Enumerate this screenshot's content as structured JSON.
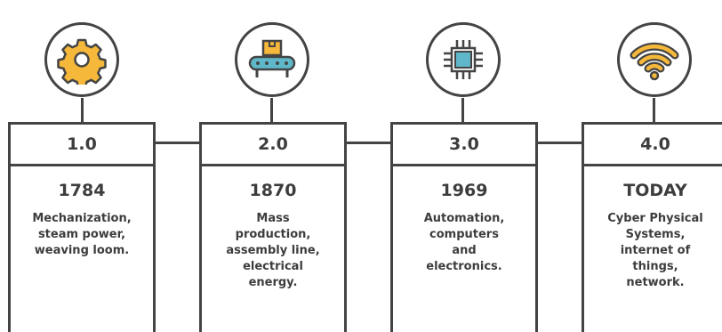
{
  "stages": [
    {
      "icon": "gear-icon",
      "version": "1.0",
      "year": "1784",
      "description": [
        "Mechanization,",
        "steam power,",
        "weaving loom."
      ]
    },
    {
      "icon": "conveyor-belt-icon",
      "version": "2.0",
      "year": "1870",
      "description": [
        "Mass",
        "production,",
        "assembly line,",
        "electrical",
        "energy."
      ]
    },
    {
      "icon": "microchip-icon",
      "version": "3.0",
      "year": "1969",
      "description": [
        "Automation,",
        "computers",
        "and",
        "electronics."
      ]
    },
    {
      "icon": "wifi-icon",
      "version": "4.0",
      "year": "TODAY",
      "description": [
        "Cyber Physical",
        "Systems,",
        "internet of",
        "things,",
        "network."
      ]
    }
  ],
  "colors": {
    "outline": "#444444",
    "gear": "#f5b83a",
    "conveyor_belt": "#5fb8c9",
    "box": "#f5b83a",
    "chip": "#5fb8c9",
    "wifi": "#f5b83a",
    "text": "#3d3d3d"
  }
}
